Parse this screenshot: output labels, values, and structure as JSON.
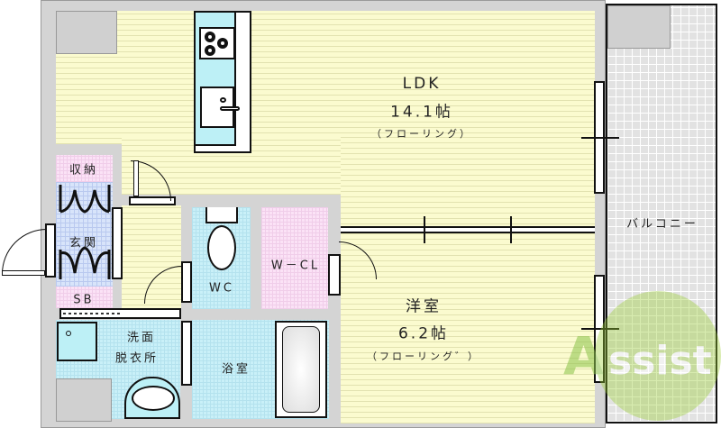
{
  "rooms": {
    "ldk": {
      "name": "LDK",
      "size": "14.1帖",
      "floor": "（フローリング）"
    },
    "western": {
      "name": "洋室",
      "size": "6.2帖",
      "floor": "（フローリング゛）"
    },
    "balcony": {
      "name": "バルコニー"
    },
    "wcl": {
      "name": "W－CL"
    },
    "wc": {
      "name": "WC"
    },
    "bath": {
      "name": "浴室"
    },
    "washroom": {
      "line1": "洗面",
      "line2": "脱衣所"
    },
    "entrance": {
      "name": "玄関"
    },
    "storage": {
      "name": "収納"
    },
    "shoebox": {
      "name": "SB"
    }
  },
  "watermark": {
    "text": "Assist"
  },
  "colors": {
    "floor": "#fbfbcf",
    "wet_area": "#c9f0f8",
    "closet": "#fbe2f6",
    "entrance": "#d8e4fa",
    "wall": "#d4d4d4",
    "watermark": "#9acd32"
  }
}
